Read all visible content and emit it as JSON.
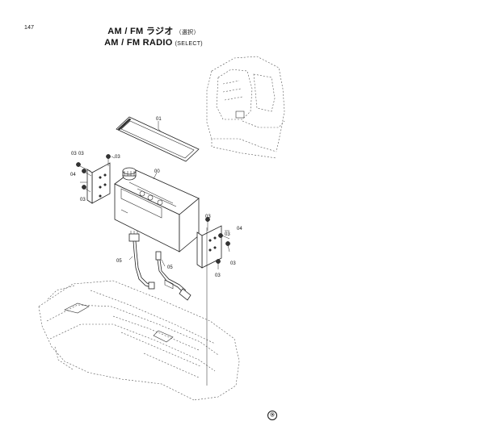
{
  "page": {
    "number": "147",
    "title_ja": "AM / FM ラジオ",
    "title_ja_note": "（選択）",
    "title_en": "AM / FM  RADIO",
    "title_en_note": "(SELECT)",
    "footer_mark": "⑭"
  },
  "callouts": {
    "c01": "01",
    "c00": "00",
    "c03a": "03",
    "c03b": "03",
    "c03c": "03",
    "c04a": "04",
    "c03d": "03",
    "c03e": "03",
    "c04b": "04",
    "c03f": "03",
    "c03g": "03",
    "c03h": "03",
    "c05a": "05",
    "c05b": "05"
  }
}
